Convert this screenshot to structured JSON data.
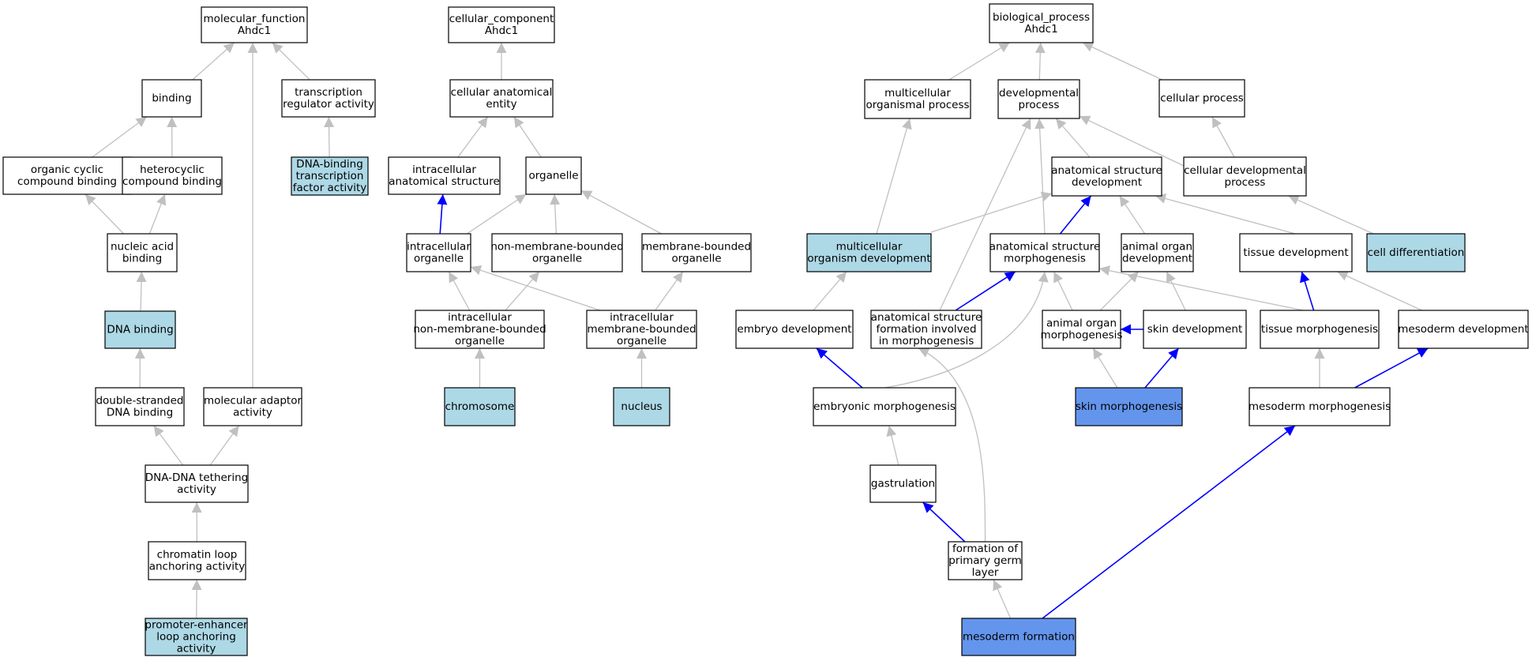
{
  "colors": {
    "plain": "#ffffff",
    "light": "#add8e6",
    "highlight": "#6495ed",
    "edge_grey": "#c0c0c0",
    "edge_blue": "#0000ff",
    "border": "#000000"
  },
  "nodes": {
    "mf_root": {
      "lines": [
        "molecular_function",
        "Ahdc1"
      ],
      "fill": "plain"
    },
    "binding": {
      "lines": [
        "binding"
      ],
      "fill": "plain"
    },
    "tra": {
      "lines": [
        "transcription",
        "regulator activity"
      ],
      "fill": "plain"
    },
    "ocb": {
      "lines": [
        "organic cyclic",
        "compound binding"
      ],
      "fill": "plain"
    },
    "hcb": {
      "lines": [
        "heterocyclic",
        "compound binding"
      ],
      "fill": "plain"
    },
    "dbtf": {
      "lines": [
        "DNA-binding",
        "transcription",
        "factor activity"
      ],
      "fill": "light"
    },
    "nab": {
      "lines": [
        "nucleic acid",
        "binding"
      ],
      "fill": "plain"
    },
    "dnab": {
      "lines": [
        "DNA binding"
      ],
      "fill": "light"
    },
    "dsdb": {
      "lines": [
        "double-stranded",
        "DNA binding"
      ],
      "fill": "plain"
    },
    "maa": {
      "lines": [
        "molecular adaptor",
        "activity"
      ],
      "fill": "plain"
    },
    "ddta": {
      "lines": [
        "DNA-DNA tethering",
        "activity"
      ],
      "fill": "plain"
    },
    "claa": {
      "lines": [
        "chromatin loop",
        "anchoring activity"
      ],
      "fill": "plain"
    },
    "pelaa": {
      "lines": [
        "promoter-enhancer",
        "loop anchoring",
        "activity"
      ],
      "fill": "light"
    },
    "cc_root": {
      "lines": [
        "cellular_component",
        "Ahdc1"
      ],
      "fill": "plain"
    },
    "cae": {
      "lines": [
        "cellular anatomical",
        "entity"
      ],
      "fill": "plain"
    },
    "ias": {
      "lines": [
        "intracellular",
        "anatomical structure"
      ],
      "fill": "plain"
    },
    "org": {
      "lines": [
        "organelle"
      ],
      "fill": "plain"
    },
    "iorg": {
      "lines": [
        "intracellular",
        "organelle"
      ],
      "fill": "plain"
    },
    "nmbo": {
      "lines": [
        "non-membrane-bounded",
        "organelle"
      ],
      "fill": "plain"
    },
    "mbo": {
      "lines": [
        "membrane-bounded",
        "organelle"
      ],
      "fill": "plain"
    },
    "inmbo": {
      "lines": [
        "intracellular",
        "non-membrane-bounded",
        "organelle"
      ],
      "fill": "plain"
    },
    "imbo": {
      "lines": [
        "intracellular",
        "membrane-bounded",
        "organelle"
      ],
      "fill": "plain"
    },
    "chrom": {
      "lines": [
        "chromosome"
      ],
      "fill": "light"
    },
    "nuc": {
      "lines": [
        "nucleus"
      ],
      "fill": "light"
    },
    "bp_root": {
      "lines": [
        "biological_process",
        "Ahdc1"
      ],
      "fill": "plain"
    },
    "mop": {
      "lines": [
        "multicellular",
        "organismal process"
      ],
      "fill": "plain"
    },
    "devp": {
      "lines": [
        "developmental",
        "process"
      ],
      "fill": "plain"
    },
    "cp": {
      "lines": [
        "cellular process"
      ],
      "fill": "plain"
    },
    "asd": {
      "lines": [
        "anatomical structure",
        "development"
      ],
      "fill": "plain"
    },
    "cdp": {
      "lines": [
        "cellular developmental",
        "process"
      ],
      "fill": "plain"
    },
    "mod": {
      "lines": [
        "multicellular",
        "organism development"
      ],
      "fill": "light"
    },
    "asm": {
      "lines": [
        "anatomical structure",
        "morphogenesis"
      ],
      "fill": "plain"
    },
    "aod": {
      "lines": [
        "animal organ",
        "development"
      ],
      "fill": "plain"
    },
    "td": {
      "lines": [
        "tissue development"
      ],
      "fill": "plain"
    },
    "celldiff": {
      "lines": [
        "cell differentiation"
      ],
      "fill": "light"
    },
    "ed": {
      "lines": [
        "embryo development"
      ],
      "fill": "plain"
    },
    "asfim": {
      "lines": [
        "anatomical structure",
        "formation involved",
        "in morphogenesis"
      ],
      "fill": "plain"
    },
    "aom": {
      "lines": [
        "animal organ",
        "morphogenesis"
      ],
      "fill": "plain"
    },
    "sd": {
      "lines": [
        "skin development"
      ],
      "fill": "plain"
    },
    "tm": {
      "lines": [
        "tissue morphogenesis"
      ],
      "fill": "plain"
    },
    "md": {
      "lines": [
        "mesoderm development"
      ],
      "fill": "plain"
    },
    "em": {
      "lines": [
        "embryonic morphogenesis"
      ],
      "fill": "plain"
    },
    "sm": {
      "lines": [
        "skin morphogenesis"
      ],
      "fill": "highlight"
    },
    "mm": {
      "lines": [
        "mesoderm morphogenesis"
      ],
      "fill": "plain"
    },
    "gast": {
      "lines": [
        "gastrulation"
      ],
      "fill": "plain"
    },
    "fpgl": {
      "lines": [
        "formation of",
        "primary germ",
        "layer"
      ],
      "fill": "plain"
    },
    "mf": {
      "lines": [
        "mesoderm formation"
      ],
      "fill": "highlight"
    }
  },
  "edges": [
    {
      "from": "binding",
      "to": "mf_root",
      "color": "grey"
    },
    {
      "from": "tra",
      "to": "mf_root",
      "color": "grey"
    },
    {
      "from": "maa",
      "to": "mf_root",
      "color": "grey"
    },
    {
      "from": "ocb",
      "to": "binding",
      "color": "grey"
    },
    {
      "from": "hcb",
      "to": "binding",
      "color": "grey"
    },
    {
      "from": "dbtf",
      "to": "tra",
      "color": "grey"
    },
    {
      "from": "nab",
      "to": "ocb",
      "color": "grey"
    },
    {
      "from": "nab",
      "to": "hcb",
      "color": "grey"
    },
    {
      "from": "dnab",
      "to": "nab",
      "color": "grey"
    },
    {
      "from": "dsdb",
      "to": "dnab",
      "color": "grey"
    },
    {
      "from": "ddta",
      "to": "dsdb",
      "color": "grey"
    },
    {
      "from": "ddta",
      "to": "maa",
      "color": "grey"
    },
    {
      "from": "claa",
      "to": "ddta",
      "color": "grey"
    },
    {
      "from": "pelaa",
      "to": "claa",
      "color": "grey"
    },
    {
      "from": "cae",
      "to": "cc_root",
      "color": "grey"
    },
    {
      "from": "ias",
      "to": "cae",
      "color": "grey"
    },
    {
      "from": "org",
      "to": "cae",
      "color": "grey"
    },
    {
      "from": "iorg",
      "to": "ias",
      "color": "blue"
    },
    {
      "from": "iorg",
      "to": "org",
      "color": "grey"
    },
    {
      "from": "nmbo",
      "to": "org",
      "color": "grey"
    },
    {
      "from": "mbo",
      "to": "org",
      "color": "grey"
    },
    {
      "from": "inmbo",
      "to": "iorg",
      "color": "grey"
    },
    {
      "from": "inmbo",
      "to": "nmbo",
      "color": "grey"
    },
    {
      "from": "imbo",
      "to": "iorg",
      "color": "grey"
    },
    {
      "from": "imbo",
      "to": "mbo",
      "color": "grey"
    },
    {
      "from": "chrom",
      "to": "inmbo",
      "color": "grey"
    },
    {
      "from": "nuc",
      "to": "imbo",
      "color": "grey"
    },
    {
      "from": "mop",
      "to": "bp_root",
      "color": "grey"
    },
    {
      "from": "devp",
      "to": "bp_root",
      "color": "grey"
    },
    {
      "from": "cp",
      "to": "bp_root",
      "color": "grey"
    },
    {
      "from": "asd",
      "to": "devp",
      "color": "grey"
    },
    {
      "from": "cdp",
      "to": "devp",
      "color": "grey"
    },
    {
      "from": "cdp",
      "to": "cp",
      "color": "grey"
    },
    {
      "from": "mod",
      "to": "mop",
      "color": "grey"
    },
    {
      "from": "mod",
      "to": "asd",
      "color": "grey"
    },
    {
      "from": "asm",
      "to": "asd",
      "color": "blue"
    },
    {
      "from": "asm",
      "to": "devp",
      "color": "grey"
    },
    {
      "from": "aod",
      "to": "asd",
      "color": "grey"
    },
    {
      "from": "td",
      "to": "asd",
      "color": "grey"
    },
    {
      "from": "celldiff",
      "to": "cdp",
      "color": "grey"
    },
    {
      "from": "ed",
      "to": "mod",
      "color": "grey"
    },
    {
      "from": "asfim",
      "to": "asm",
      "color": "blue"
    },
    {
      "from": "asfim",
      "to": "devp",
      "color": "grey"
    },
    {
      "from": "aom",
      "to": "asm",
      "color": "grey"
    },
    {
      "from": "aom",
      "to": "aod",
      "color": "grey"
    },
    {
      "from": "sd",
      "to": "aom",
      "color": "blue"
    },
    {
      "from": "sd",
      "to": "aod",
      "color": "grey"
    },
    {
      "from": "tm",
      "to": "td",
      "color": "blue"
    },
    {
      "from": "tm",
      "to": "asm",
      "color": "grey"
    },
    {
      "from": "md",
      "to": "td",
      "color": "grey"
    },
    {
      "from": "em",
      "to": "ed",
      "color": "blue"
    },
    {
      "from": "em",
      "to": "asm",
      "color": "grey"
    },
    {
      "from": "sm",
      "to": "sd",
      "color": "blue"
    },
    {
      "from": "sm",
      "to": "aom",
      "color": "grey"
    },
    {
      "from": "mm",
      "to": "tm",
      "color": "grey"
    },
    {
      "from": "mm",
      "to": "md",
      "color": "blue"
    },
    {
      "from": "gast",
      "to": "em",
      "color": "grey"
    },
    {
      "from": "fpgl",
      "to": "gast",
      "color": "blue"
    },
    {
      "from": "fpgl",
      "to": "asfim",
      "color": "grey"
    },
    {
      "from": "mf",
      "to": "fpgl",
      "color": "grey"
    },
    {
      "from": "mf",
      "to": "mm",
      "color": "blue"
    }
  ]
}
